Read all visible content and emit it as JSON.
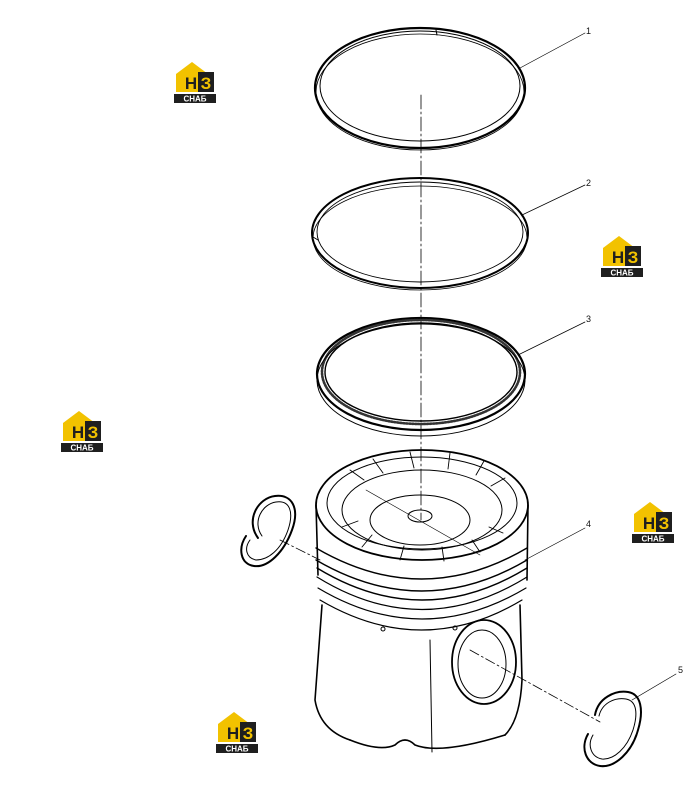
{
  "callouts": [
    {
      "id": "1",
      "label": "1"
    },
    {
      "id": "2",
      "label": "2"
    },
    {
      "id": "3",
      "label": "3"
    },
    {
      "id": "4",
      "label": "4"
    },
    {
      "id": "5",
      "label": "5"
    }
  ],
  "watermark": {
    "letters": "НЗ",
    "word": "СНАБ",
    "colors": {
      "yellow": "#f2c200",
      "dark": "#1f1f1f",
      "text": "#ffffff"
    }
  },
  "parts": [
    {
      "callout": "1",
      "name": "compression-ring-top"
    },
    {
      "callout": "2",
      "name": "compression-ring-second"
    },
    {
      "callout": "3",
      "name": "oil-control-ring"
    },
    {
      "callout": "4",
      "name": "piston"
    },
    {
      "callout": "5",
      "name": "piston-pin-retainer"
    }
  ]
}
